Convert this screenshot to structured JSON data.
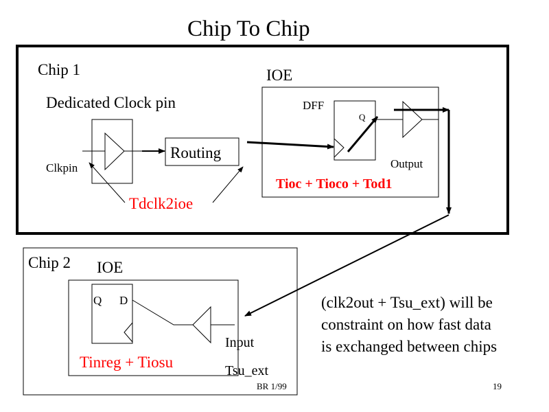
{
  "slide": {
    "title": "Chip To Chip",
    "footer_left": "BR 1/99",
    "page_number": "19"
  },
  "chip1": {
    "label": "Chip 1",
    "dedicated_clock_label": "Dedicated Clock pin",
    "clkpin_label": "Clkpin",
    "routing_label": "Routing",
    "tdclk_label": "Tdclk2ioe",
    "ioe": {
      "label": "IOE",
      "dff_label": "DFF",
      "q_label": "Q",
      "output_label": "Output",
      "timing_label": "Tioc + Tioco + Tod1"
    }
  },
  "chip2": {
    "label": "Chip 2",
    "ioe": {
      "label": "IOE",
      "q_label": "Q",
      "d_label": "D",
      "input_label": "Input",
      "tsu_label": "Tsu_ext",
      "timing_label": "Tinreg + Tiosu"
    }
  },
  "note": {
    "lines": [
      "(clk2out + Tsu_ext)  will be",
      "constraint on how fast data",
      "is exchanged between chips"
    ]
  },
  "colors": {
    "timing_text": "#ff0000",
    "lines": "#000000",
    "background": "#ffffff"
  }
}
